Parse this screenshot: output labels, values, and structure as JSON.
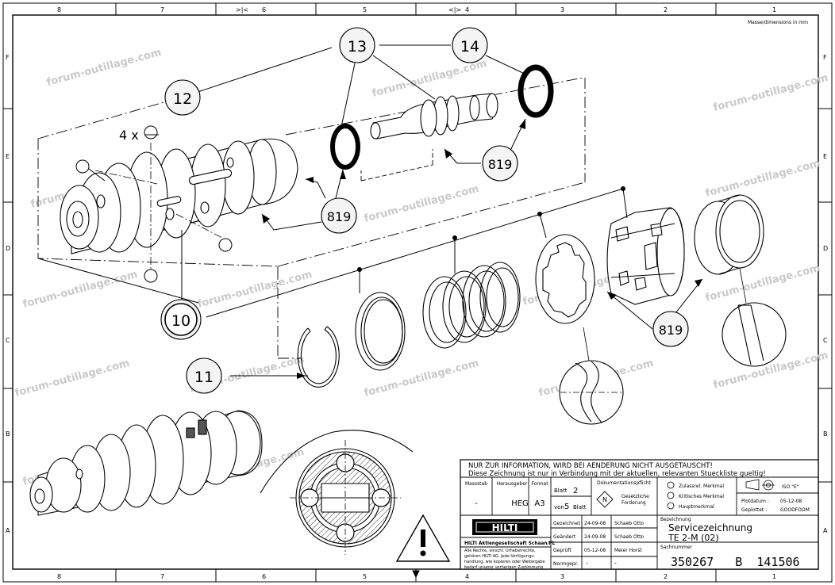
{
  "frame": {
    "top_cols": [
      "8",
      "7",
      ">|<",
      "6",
      "5",
      "<|>",
      "4",
      "3",
      "2",
      "1"
    ],
    "bottom_cols": [
      "8",
      "7",
      "6",
      "5",
      "4",
      "3",
      "2",
      "1"
    ],
    "rows": [
      "F",
      "E",
      "D",
      "C",
      "B",
      "A"
    ],
    "dimensions_note": "Masse/dimensions in mm"
  },
  "callouts": {
    "c10": "10",
    "c11": "11",
    "c12": "12",
    "c13": "13",
    "c14": "14",
    "c819a": "819",
    "c819b": "819",
    "c819c": "819",
    "qty": "4 x"
  },
  "watermark": "forum-outillage.com",
  "title_block": {
    "notice_line1": "NUR ZUR INFORMATION, WIRD BEI AENDERUNG NICHT AUSGETAUSCHT!",
    "notice_line2": "Diese Zeichnung ist nur in Verbindung mit der aktuellen, relevanten Stueckliste gueltig!",
    "massstab_label": "Massstab",
    "massstab_value": "-",
    "herausgeber_label": "Herausgeber",
    "herausgeber_value": "HEG",
    "format_label": "Format",
    "format_value": "A3",
    "blatt_label": "Blatt",
    "blatt_value": "2",
    "von_label": "von",
    "von_value": "5",
    "blatt2_label": "Blatt",
    "doku_label": "Dokumentationspflicht",
    "gesetz_line1": "Gesetzliche",
    "gesetz_line2": "Forderung",
    "gesetz_symbol": "N",
    "mark1": "Zulassrel. Merkmal",
    "mark2": "Kritisches Merkmal",
    "mark3": "Hauptmerkmal",
    "iso": "ISO \"E\"",
    "plotdatum_label": "Plotdatum :",
    "plotdatum_value": "05-12-08",
    "geplottet_label": "Geplottet :",
    "geplottet_value": "GOODFOOM",
    "logo": "HILTI",
    "company": "HILTI Aktiengesellschaft Schaan/FL",
    "rights1": "Alle Rechte, einschl. Urheberrechte,",
    "rights2": "gehören HILTI AG. Jede Verfügungs-",
    "rights3": "handlung, wie kopieren oder Weitergabe",
    "rights4": "bedarf unserer vorherigen Zustimmung",
    "gezeichnet_label": "Gezeichnet",
    "gezeichnet_date": "24-09-08",
    "gezeichnet_name": "Schaeb Otto",
    "geaendert_label": "Geändert",
    "geaendert_date": "24-09-08",
    "geaendert_name": "Schaeb Otto",
    "geprueft_label": "Geprüft",
    "geprueft_date": "05-12-08",
    "geprueft_name": "Meier Horst",
    "normgepr_label": "Normgepr.",
    "normgepr_date": "-",
    "normgepr_name": "-",
    "bezeichnung_label": "Bezeichnung",
    "title": "Servicezeichnung",
    "subtitle": "TE 2-M (02)",
    "sachnummer_label": "Sachnummer",
    "sachnummer": "350267   B  141506"
  }
}
